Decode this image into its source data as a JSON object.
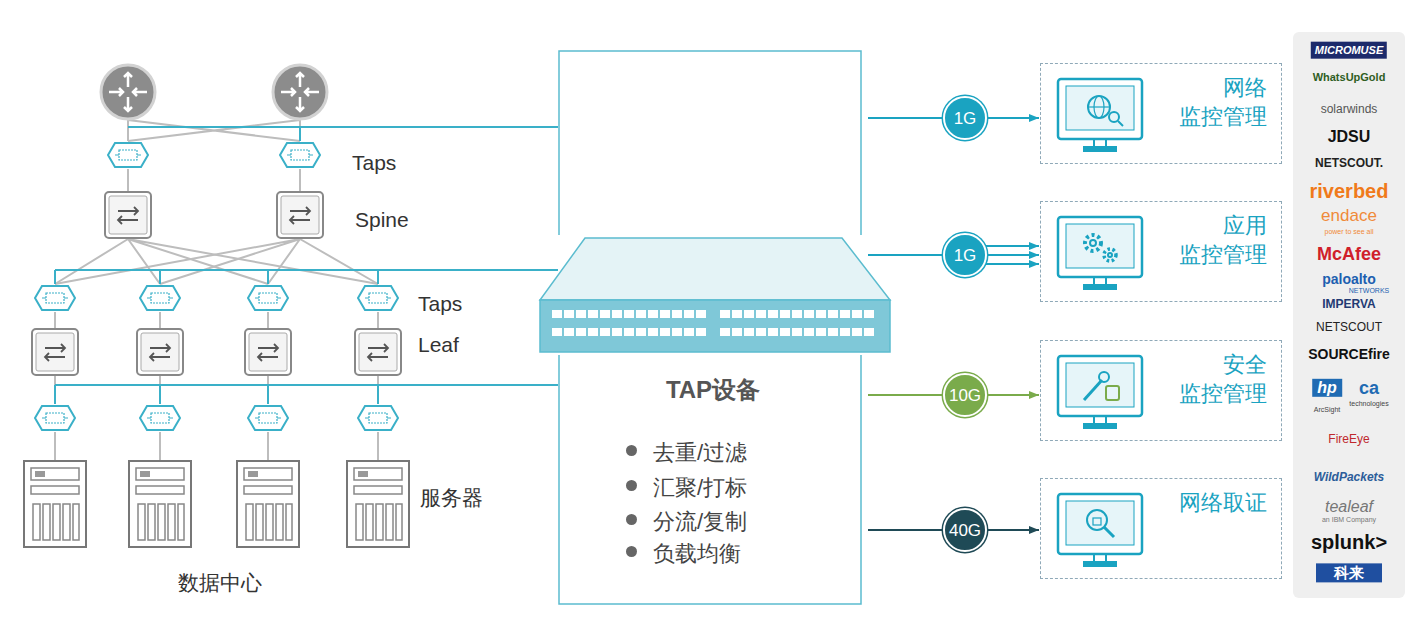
{
  "diagram": {
    "nodes": [
      {
        "text": [
          "TAP设备",
          "去重/过滤",
          "汇聚/打标",
          "分流/复制",
          "负载均衡"
        ]
      },
      {
        "text": [
          "1G"
        ]
      },
      {
        "text": [
          "网络 监控管理"
        ]
      },
      {
        "text": [
          "1G"
        ]
      },
      {
        "text": [
          "应用 监控管理"
        ]
      },
      {
        "text": [
          "10G"
        ]
      },
      {
        "text": [
          "安全 监控管理"
        ]
      },
      {
        "text": [
          "40G"
        ]
      },
      {
        "text": [
          "网络取证"
        ]
      },
      {
        "text": [
          "MICROMUSE",
          "WhatsUpGold",
          "solarwinds",
          "JDSU",
          "NETSCOUT.",
          "riverbed",
          "endace",
          "power to see all",
          "McAfee",
          "paloalto",
          "NETWORKS",
          "IMPERVA",
          "NETSCOUT",
          "SOURCEfire",
          "hp",
          "ca",
          "technologies",
          "ArcSight",
          "FireEye",
          "WildPackets",
          "tealeaf",
          "an IBM Company",
          "splunk>",
          "科来"
        ]
      }
    ],
    "edges": [
      {
        "from": 0,
        "to": 1,
        "arrow": "none"
      },
      {
        "from": 1,
        "to": 2,
        "arrow": "to"
      },
      {
        "from": 0,
        "to": 3,
        "arrow": "none"
      },
      {
        "from": 3,
        "to": 4,
        "arrow": "to"
      },
      {
        "from": 3,
        "to": 4,
        "arrow": "to"
      },
      {
        "from": 3,
        "to": 4,
        "arrow": "to"
      },
      {
        "from": 0,
        "to": 5,
        "arrow": "none"
      },
      {
        "from": 5,
        "to": 6,
        "arrow": "to"
      },
      {
        "from": 0,
        "to": 7,
        "arrow": "none"
      },
      {
        "from": 7,
        "to": 8,
        "arrow": "to"
      }
    ],
    "labels": [
      "Taps",
      "Spine",
      "Taps",
      "Leaf",
      "服务器",
      "数据中心"
    ]
  }
}
